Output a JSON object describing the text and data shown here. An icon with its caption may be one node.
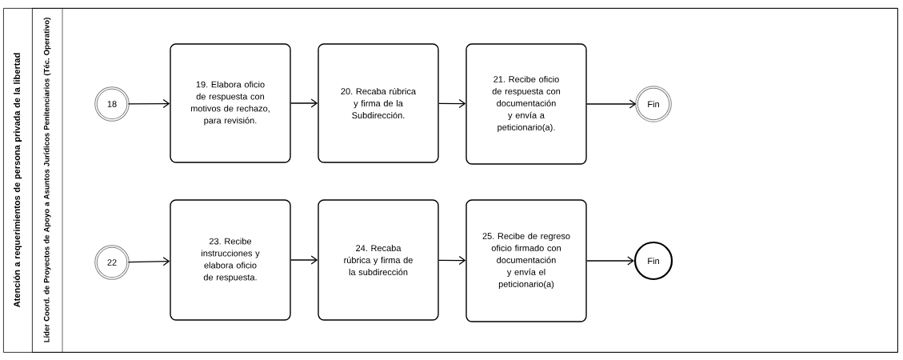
{
  "diagram": {
    "nodes": [
      {
        "text": [
          "Atención a requerimientos de persona privada de la libertad"
        ]
      },
      {
        "text": [
          "Líder Coord. de Proyectos de Apoyo a Asuntos Jurídicos Penitenciarios (Téc. Operativo)"
        ],
        "in": 0
      },
      {
        "text": [
          "18"
        ],
        "in": 1
      },
      {
        "text": [
          "19. Elabora oficio de respuesta con motivos de rechazo, para revisión."
        ],
        "in": 1
      },
      {
        "text": [
          "20. Recaba rúbrica y firma de la Subdirección."
        ],
        "in": 1
      },
      {
        "text": [
          "21. Recibe oficio de respuesta con documentación y envía a peticionario(a)."
        ],
        "in": 1
      },
      {
        "text": [
          "Fin"
        ],
        "in": 1
      },
      {
        "text": [
          "22"
        ],
        "in": 1
      },
      {
        "text": [
          "23. Recibe instrucciones y elabora oficio de respuesta."
        ],
        "in": 1
      },
      {
        "text": [
          "24. Recaba rúbrica y firma de la subdirección"
        ],
        "in": 1
      },
      {
        "text": [
          "25. Recibe de regreso oficio firmado con documentación y envía el peticionario(a)"
        ],
        "in": 1
      },
      {
        "text": [
          "Fin"
        ],
        "in": 1
      }
    ],
    "edges": [
      {
        "from": 2,
        "to": 3,
        "arrow": "to"
      },
      {
        "from": 3,
        "to": 4,
        "arrow": "to"
      },
      {
        "from": 4,
        "to": 5,
        "arrow": "to"
      },
      {
        "from": 5,
        "to": 6,
        "arrow": "to"
      },
      {
        "from": 7,
        "to": 8,
        "arrow": "to"
      },
      {
        "from": 8,
        "to": 9,
        "arrow": "to"
      },
      {
        "from": 9,
        "to": 10,
        "arrow": "to"
      },
      {
        "from": 10,
        "to": 11,
        "arrow": "to"
      }
    ]
  }
}
